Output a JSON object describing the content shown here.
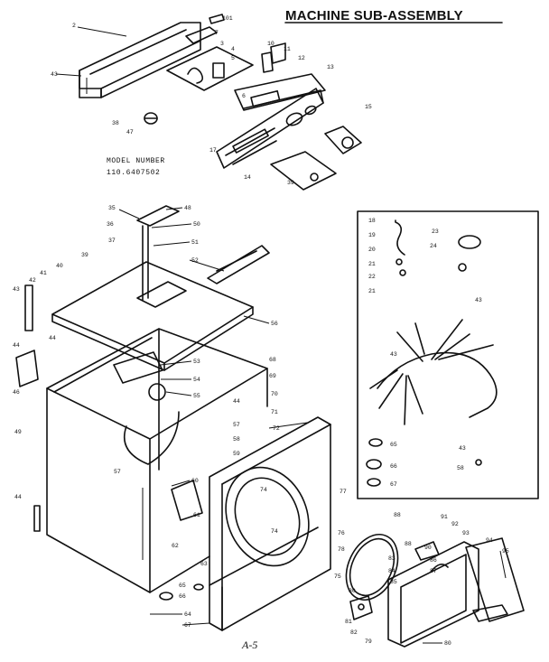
{
  "title": "MACHINE SUB-ASSEMBLY",
  "model_label": "MODEL NUMBER",
  "model_number": "110.6407502",
  "page_mark": "A-5",
  "callouts": {
    "c2": "2",
    "c3": "3",
    "c4": "4",
    "c5": "5",
    "c6": "6",
    "c7": "7",
    "c10": "10",
    "c11": "11",
    "c12": "12",
    "c13": "13",
    "c14": "14",
    "c15": "15",
    "c17": "17",
    "c18": "18",
    "c19": "19",
    "c20": "20",
    "c21": "21",
    "c22": "22",
    "c23": "23",
    "c24": "24",
    "c35": "35",
    "c36": "36",
    "c37": "37",
    "c38": "38",
    "c39": "39",
    "c40": "40",
    "c41": "41",
    "c42": "42",
    "c43": "43",
    "c44": "44",
    "c46": "46",
    "c47": "47",
    "c48": "48",
    "c49": "49",
    "c50": "50",
    "c51": "51",
    "c52": "52",
    "c53": "53",
    "c54": "54",
    "c55": "55",
    "c56": "56",
    "c57": "57",
    "c58": "58",
    "c59": "59",
    "c60": "60",
    "c61": "61",
    "c62": "62",
    "c63": "63",
    "c64": "64",
    "c65": "65",
    "c66": "66",
    "c67": "67",
    "c68": "68",
    "c69": "69",
    "c70": "70",
    "c71": "71",
    "c72": "72",
    "c74": "74",
    "c75": "75",
    "c76": "76",
    "c77": "77",
    "c78": "78",
    "c79": "79",
    "c80": "80",
    "c81": "81",
    "c82": "82",
    "c83": "83",
    "c84": "84",
    "c85": "85",
    "c86": "86",
    "c87": "87",
    "c88": "88",
    "c90": "90",
    "c91": "91",
    "c92": "92",
    "c93": "93",
    "c94": "94",
    "c95": "95",
    "c101": "101"
  }
}
